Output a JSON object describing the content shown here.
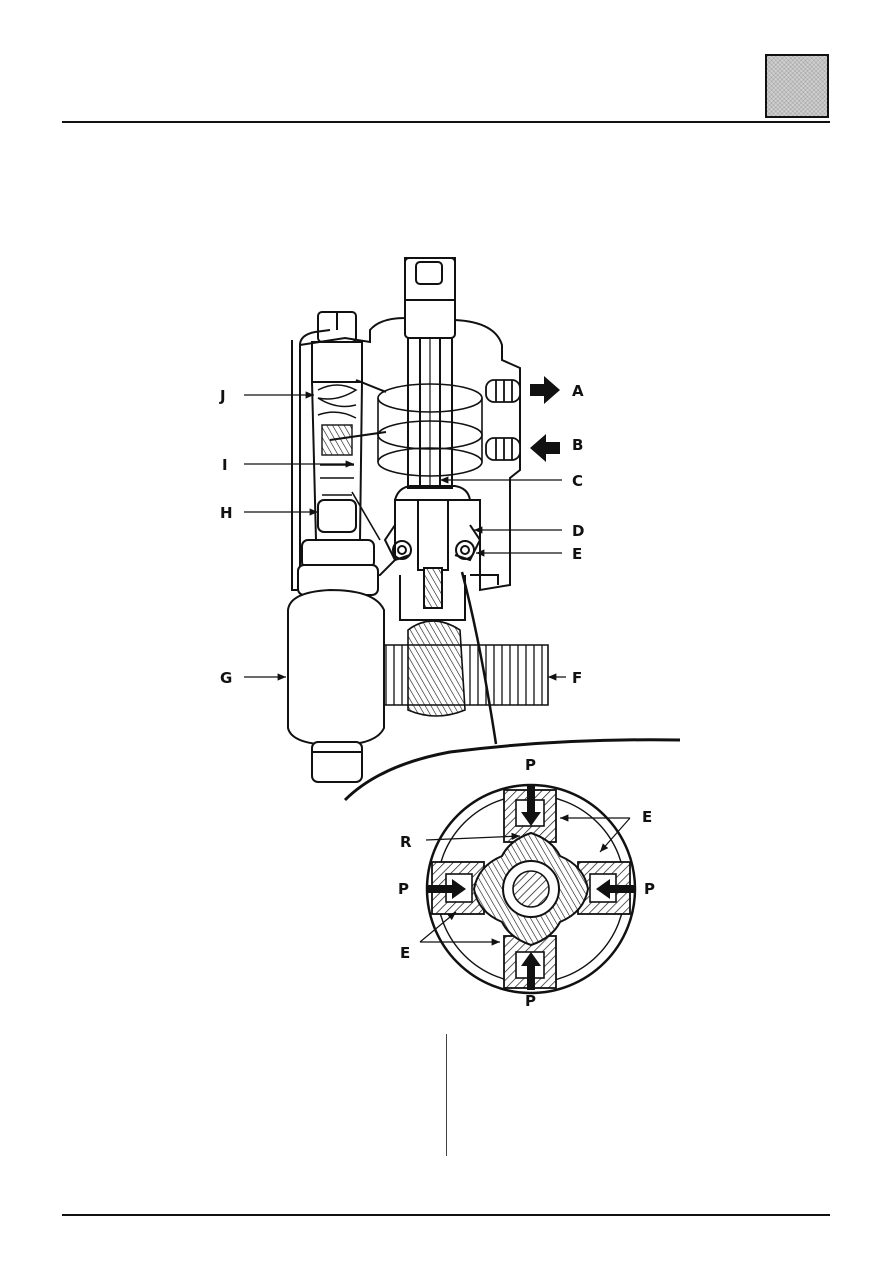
{
  "page": {
    "header_box_color": "#cfcfcf"
  },
  "figure": {
    "labels": {
      "A": "A",
      "B": "B",
      "C": "C",
      "D": "D",
      "E": "E",
      "F": "F",
      "G": "G",
      "H": "H",
      "I": "I",
      "J": "J",
      "R": "R",
      "P": "P"
    }
  }
}
